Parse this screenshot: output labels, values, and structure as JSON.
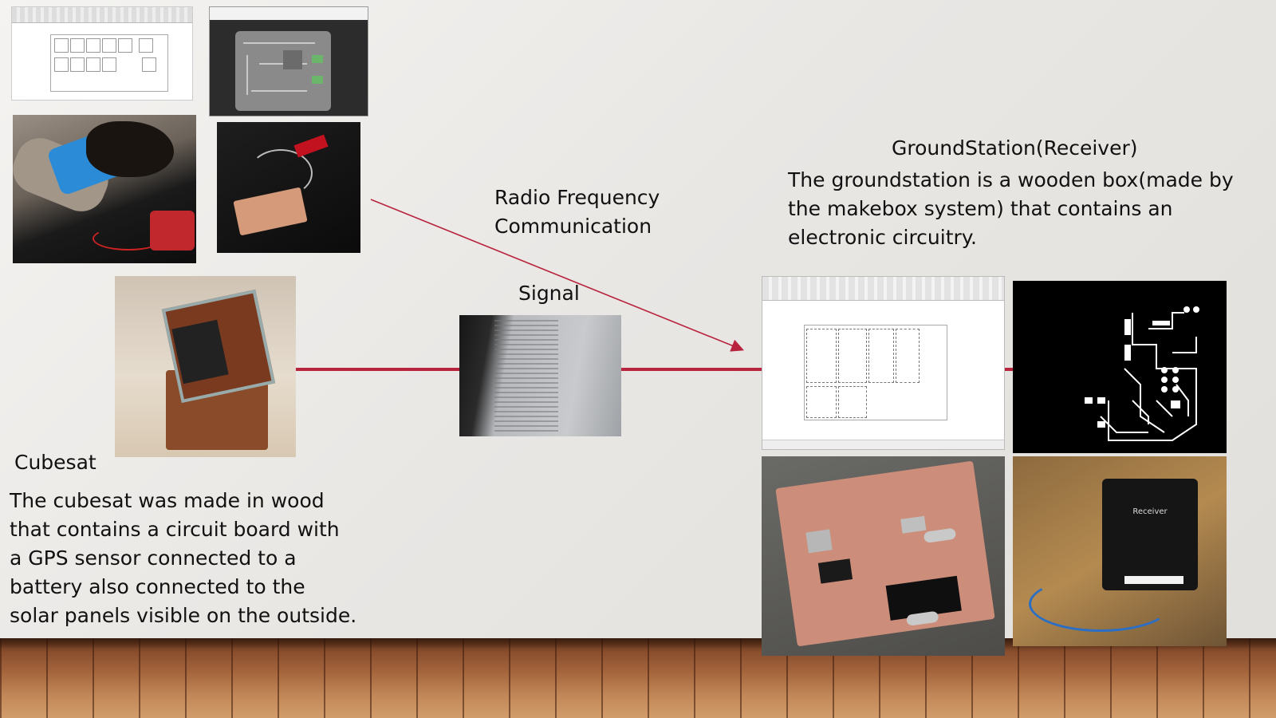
{
  "slide": {
    "rf_label_line1": "Radio Frequency",
    "rf_label_line2": "Communication",
    "signal_label": "Signal",
    "groundstation_title": "GroundStation(Receiver)",
    "groundstation_body_line1": "The groundstation is a wooden box(made by",
    "groundstation_body_line2": "the makebox system) that contains an",
    "groundstation_body_line3": "electronic circuitry.",
    "cubesat_title": "Cubesat",
    "cubesat_body_line1": "The cubesat was made in wood",
    "cubesat_body_line2": "that contains a circuit board  with",
    "cubesat_body_line3": "a GPS sensor connected to a",
    "cubesat_body_line4": "battery also connected to the",
    "cubesat_body_line5": "solar panels visible on the outside.",
    "receiver_box_text": "Receiver"
  },
  "colors": {
    "connector_line": "#b8233d",
    "arrow": "#b8233d"
  }
}
